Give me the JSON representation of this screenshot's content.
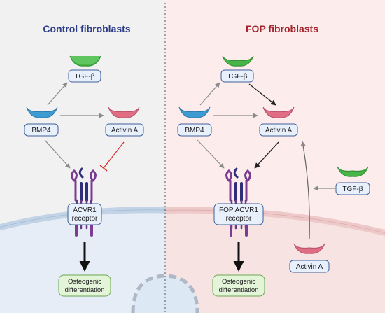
{
  "panels": {
    "left": {
      "title": "Control fibroblasts",
      "title_color": "#2c3c86",
      "tgf": "TGF-β",
      "bmp4": "BMP4",
      "activin": "Activin A",
      "receptor": [
        "ACVR1",
        "receptor"
      ],
      "output": [
        "Osteogenic",
        "differentiation"
      ]
    },
    "right": {
      "title": "FOP fibroblasts",
      "title_color": "#a3242c",
      "tgf": "TGF-β",
      "bmp4": "BMP4",
      "activin": "Activin A",
      "receptor": [
        "FOP ACVR1",
        "receptor"
      ],
      "output": [
        "Osteogenic",
        "differentiation"
      ],
      "tgf_extra": "TGF-β",
      "activin_extra": "Activin A"
    }
  },
  "colors": {
    "tgf_ligand": "#47b547",
    "bmp4_ligand": "#3d9bd1",
    "activin_ligand": "#e06d84",
    "receptor": "#7b3b93",
    "label_box_fill": "#e8f0fb",
    "label_box_stroke": "#3f5f9a",
    "output_box_fill": "#e3f4d9",
    "output_box_stroke": "#6aa84f",
    "inhibit": "#d62f2f",
    "left_bg": "#f1f1f1",
    "right_bg": "#fcecec"
  }
}
